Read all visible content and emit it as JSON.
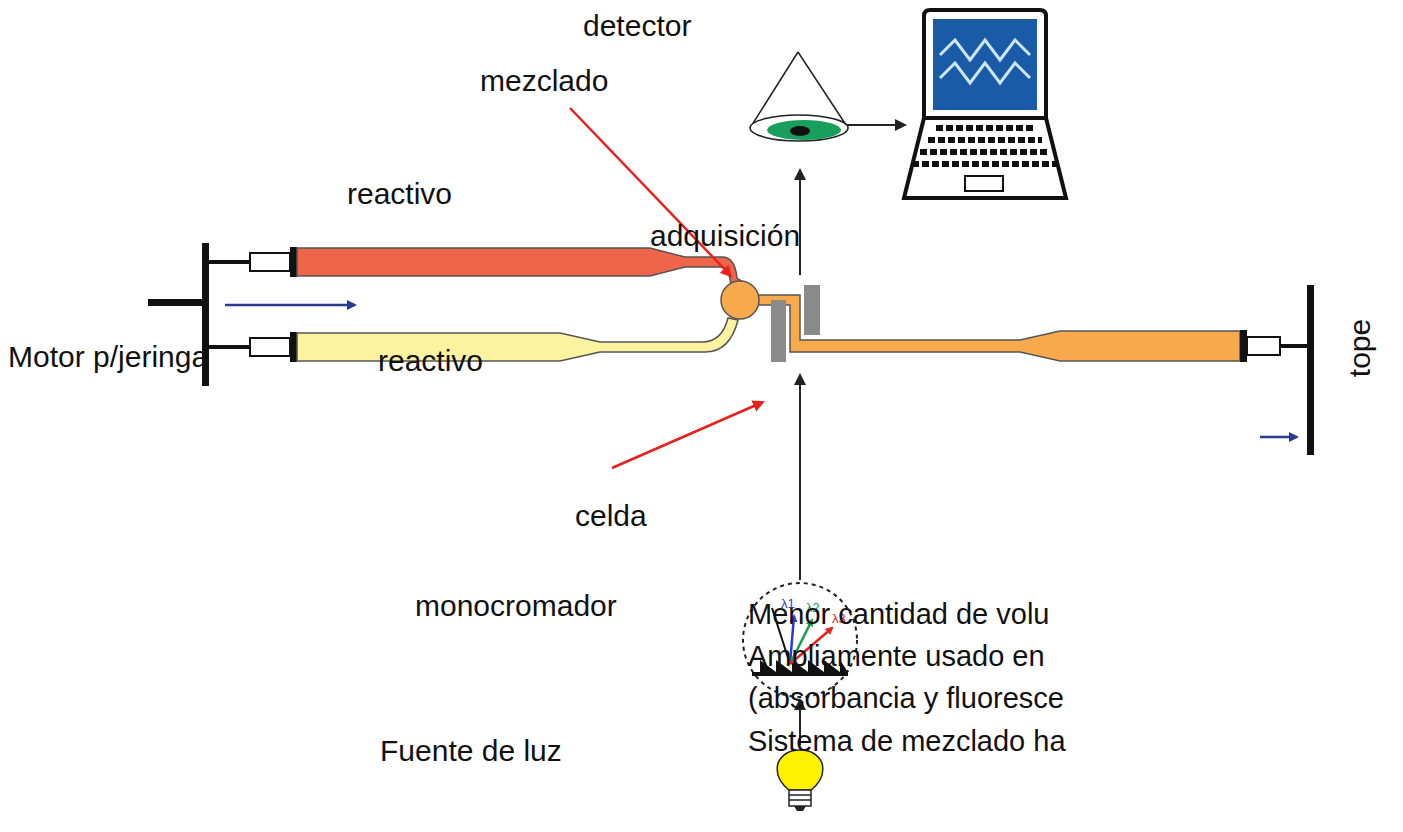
{
  "diagram": {
    "labels": [
      "detector",
      "mezclado",
      "reactivo",
      "adquisición",
      "reactivo",
      "Motor p/jeringa",
      "tope",
      "celda",
      "monocromador",
      "λ1",
      "λ2",
      "λ3",
      "Menor cantidad de volu",
      "Ampliamente usado en",
      "(absorbancia y fluoresce",
      "Fuente de luz",
      "Sistema de mezclado ha"
    ]
  }
}
